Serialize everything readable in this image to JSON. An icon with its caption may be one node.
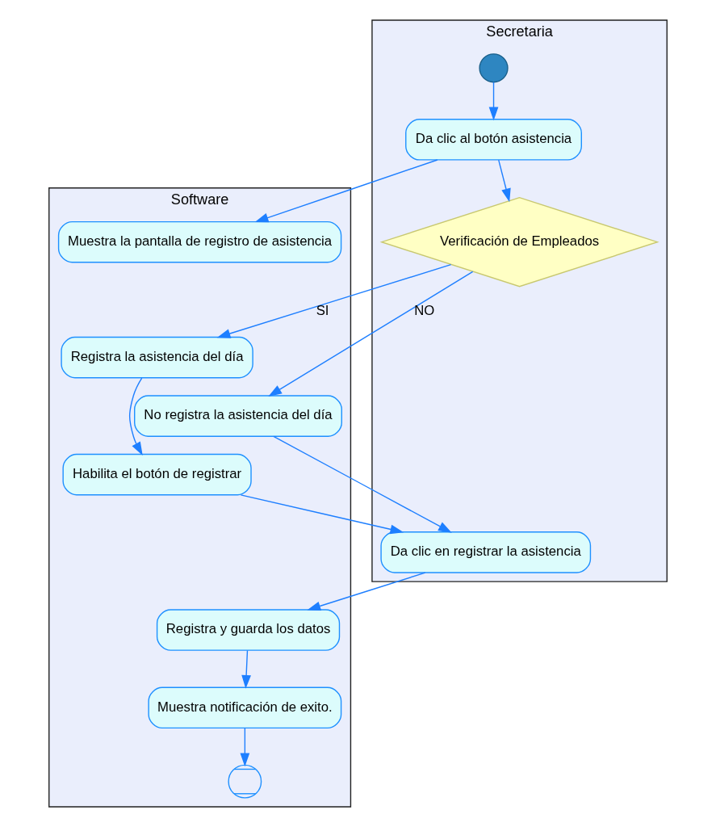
{
  "diagram": {
    "nodes": [
      {
        "text": [
          "Secretaria"
        ]
      },
      {
        "text": [
          "Software"
        ]
      },
      {
        "text": [],
        "shape": "circle",
        "in": 0
      },
      {
        "text": [
          "Da clic al botón asistencia"
        ],
        "in": 0
      },
      {
        "text": [
          "Muestra la pantalla de registro de asistencia"
        ],
        "in": 1
      },
      {
        "text": [
          "Verificación de Empleados"
        ],
        "in": 0
      },
      {
        "text": [
          "No registra la asistencia del día"
        ],
        "in": 1
      },
      {
        "text": [
          "Registra la asistencia del día"
        ],
        "in": 1
      },
      {
        "text": [
          "Habilita el botón de registrar"
        ],
        "in": 1
      },
      {
        "text": [
          "Da clic en registrar la asistencia"
        ],
        "in": 0
      },
      {
        "text": [
          "Registra y guarda los datos"
        ],
        "in": 1
      },
      {
        "text": [
          "Muestra notificación de exito."
        ],
        "in": 1
      },
      {
        "text": [],
        "shape": "circle",
        "in": 1
      }
    ],
    "edges": [
      {
        "from": 2,
        "to": 3,
        "arrow": "to"
      },
      {
        "from": 3,
        "to": 4,
        "arrow": "to"
      },
      {
        "from": 3,
        "to": 5,
        "arrow": "to"
      },
      {
        "from": 5,
        "to": 6,
        "arrow": "to",
        "label": "NO"
      },
      {
        "from": 5,
        "to": 7,
        "arrow": "to",
        "label": "SI"
      },
      {
        "from": 6,
        "to": 9,
        "arrow": "to"
      },
      {
        "from": 7,
        "to": 8,
        "arrow": "to"
      },
      {
        "from": 8,
        "to": 9,
        "arrow": "to"
      },
      {
        "from": 9,
        "to": 10,
        "arrow": "to"
      },
      {
        "from": 10,
        "to": 11,
        "arrow": "to"
      },
      {
        "from": 11,
        "to": 12,
        "arrow": "to"
      }
    ]
  }
}
